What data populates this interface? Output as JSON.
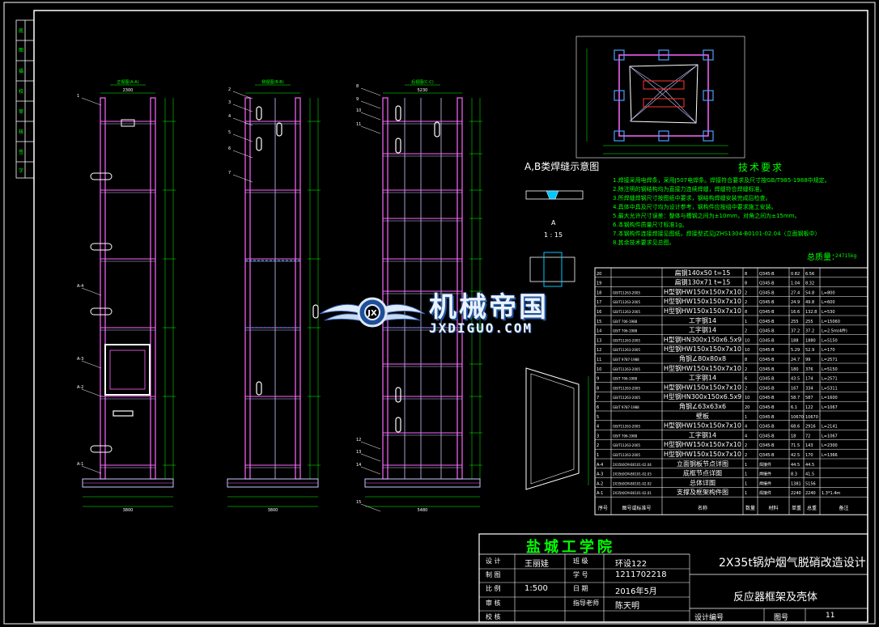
{
  "colors": {
    "bg": "#000000",
    "frame": "#ffffff",
    "steel": "#c8c8ff",
    "beam": "#ff66ff",
    "dim": "#00ff00",
    "table": "#ffffff",
    "red": "#ff3333",
    "cyan": "#00ffff",
    "text": "#ffffff",
    "green": "#00ff00"
  },
  "notes": {
    "section_title": "A,B类焊缝示意图",
    "detail_label": "A",
    "detail_scale": "1 : 15",
    "tech_title": "技术要求",
    "items": [
      "1.焊接采用电焊条，采用J507电焊条。焊接符合要求及尺寸按GB/T985-1988中规定。",
      "2.除注明的钢结构均为直接力连续焊缝，焊缝符合焊缝标准。",
      "3.所焊缝焊钢尺寸按图纸中要求，钢结构焊缝安装完成后检查。",
      "4.具体中具及尺寸均为设计参考，钢构件应按组中要求施工安装。",
      "5.最大允许尺寸误差：整体与槽钢之间为±10mm，对角之间为±15mm。",
      "6.本钢构件质量尺寸标准1g。",
      "7.本钢构件连接焊接见图纸，焊接型式见JZHS1304-B0101-02.04（立面钢板中）",
      "8.其余技术要求见总图。"
    ],
    "total_weight_label": "总质量：",
    "total_weight_value": "24715kg"
  },
  "bom": {
    "headers": [
      "序号",
      "图号或标准号",
      "名称",
      "数量",
      "材料",
      "单重",
      "总重",
      "备注"
    ],
    "rows": [
      [
        "20",
        "",
        "扁钢140x50 t=15",
        "8",
        "Q345-B",
        "0.82",
        "6.56",
        ""
      ],
      [
        "19",
        "",
        "扁钢130x71 t=15",
        "8",
        "Q345-B",
        "1.04",
        "8.32",
        ""
      ],
      [
        "18",
        "GB/T11263-2005",
        "H型钢HW150x150x7x10",
        "2",
        "Q345-B",
        "27.4",
        "54.8",
        "L=800"
      ],
      [
        "17",
        "GB/T11263-2005",
        "H型钢HW150x150x7x10",
        "2",
        "Q345-B",
        "24.9",
        "49.8",
        "L=600"
      ],
      [
        "16",
        "GB/T11263-2005",
        "H型钢HW150x150x7x10",
        "8",
        "Q345-B",
        "16.6",
        "132.8",
        "L=530"
      ],
      [
        "15",
        "GB/T 706-1988",
        "工字钢14",
        "1",
        "Q345-B",
        "255",
        "255",
        "L=15060"
      ],
      [
        "14",
        "GB/T 706-1988",
        "工字钢14",
        "2",
        "Q345-B",
        "37.2",
        "37.2",
        "L=2.5m(4件)"
      ],
      [
        "13",
        "GB/T11263-2005",
        "H型钢HN300x150x6.5x9",
        "10",
        "Q345-B",
        "188",
        "1880",
        "L=5150"
      ],
      [
        "12",
        "GB/T11263-2005",
        "H型钢HW150x150x7x10",
        "10",
        "Q345-B",
        "5.29",
        "52.9",
        "L=170"
      ],
      [
        "11",
        "GB/T 9787-1988",
        "角钢∠80x80x8",
        "8",
        "Q345-B",
        "24.7",
        "99",
        "L=2571"
      ],
      [
        "10",
        "GB/T11263-2005",
        "H型钢HW150x150x7x10",
        "2",
        "Q345-B",
        "180",
        "376",
        "L=5150"
      ],
      [
        "9",
        "GB/T 706-1988",
        "工字钢14",
        "6",
        "Q345-B",
        "43.5",
        "174",
        "L=2571"
      ],
      [
        "8",
        "GB/T11263-2005",
        "H型钢HW150x150x7x10",
        "2",
        "Q345-B",
        "167",
        "334",
        "L=5311"
      ],
      [
        "7",
        "GB/T11263-2005",
        "H型钢HN300x150x6.5x9",
        "10",
        "Q345-B",
        "58.7",
        "587",
        "L=1600"
      ],
      [
        "6",
        "GB/T 9787-1988",
        "角钢∠63x63x6",
        "20",
        "Q345-B",
        "6.1",
        "122",
        "L=1067"
      ],
      [
        "5",
        "",
        "壁板",
        "1",
        "Q345-B",
        "10670",
        "10670",
        ""
      ],
      [
        "4",
        "GB/T11263-2005",
        "H型钢HW150x150x7x10",
        "4",
        "Q345-B",
        "68.6",
        "2916",
        "L=2141"
      ],
      [
        "3",
        "GB/T 706-1988",
        "工字钢14",
        "4",
        "Q345-B",
        "18",
        "72",
        "L=1067"
      ],
      [
        "2",
        "GB/T11263-2005",
        "H型钢HW150x150x7x10",
        "2",
        "Q345-B",
        "71.5",
        "143",
        "L=2300"
      ],
      [
        "1",
        "GB/T11263-2005",
        "H型钢HW150x150x7x10",
        "2",
        "Q345-B",
        "42.5",
        "170",
        "L=1366"
      ],
      [
        "A-4",
        "2X35t0CM-B0101-02.04",
        "立面钢板节点详图",
        "1",
        "焊接件",
        "44.5",
        "44.5",
        ""
      ],
      [
        "A-3",
        "2X35t0CM-B0101-02.03",
        "底框节点详图",
        "1",
        "焊接件",
        "8.3",
        "41.5",
        ""
      ],
      [
        "A-2",
        "2X35t0CM-B0101-02.02",
        "总体详图",
        "1",
        "焊接件",
        "1381",
        "5156",
        ""
      ],
      [
        "A-1",
        "2X35t0CM-B0101-02.01",
        "支撑及框架构件图",
        "1",
        "焊接件",
        "2240",
        "2240",
        "1.3*1.4m"
      ]
    ]
  },
  "title_block": {
    "school": "盐城工学院",
    "project": "2X35t锅炉烟气脱硝改造设计",
    "drawing_name": "反应器框架及壳体",
    "rows": [
      [
        "设  计",
        "王丽娃",
        "班  级",
        "环设122"
      ],
      [
        "制  图",
        "",
        "学  号",
        "1211702218"
      ],
      [
        "比  例",
        "1:500",
        "日  期",
        "2016年5月"
      ],
      [
        "审  核",
        "",
        "指导老师",
        "陈天明"
      ],
      [
        "校  核",
        "",
        "",
        ""
      ]
    ],
    "design_no_label": "设计编号",
    "sheet_label": "图号",
    "sheet_no": "11"
  },
  "views": {
    "view1_title": "正视图(A-A)",
    "view2_title": "侧视图(B-B)",
    "view3_title": "后视图(C-C)",
    "plan_title": "俯视图",
    "total_width_1": "2300",
    "total_width_3": "5230",
    "base_width_1": "3800",
    "base_width_2": "3800",
    "base_width_3": "5480"
  },
  "watermark": {
    "cn": "机械帝国",
    "en": "JXDIGUO.COM",
    "logo_icon": "gear-wings-icon"
  }
}
